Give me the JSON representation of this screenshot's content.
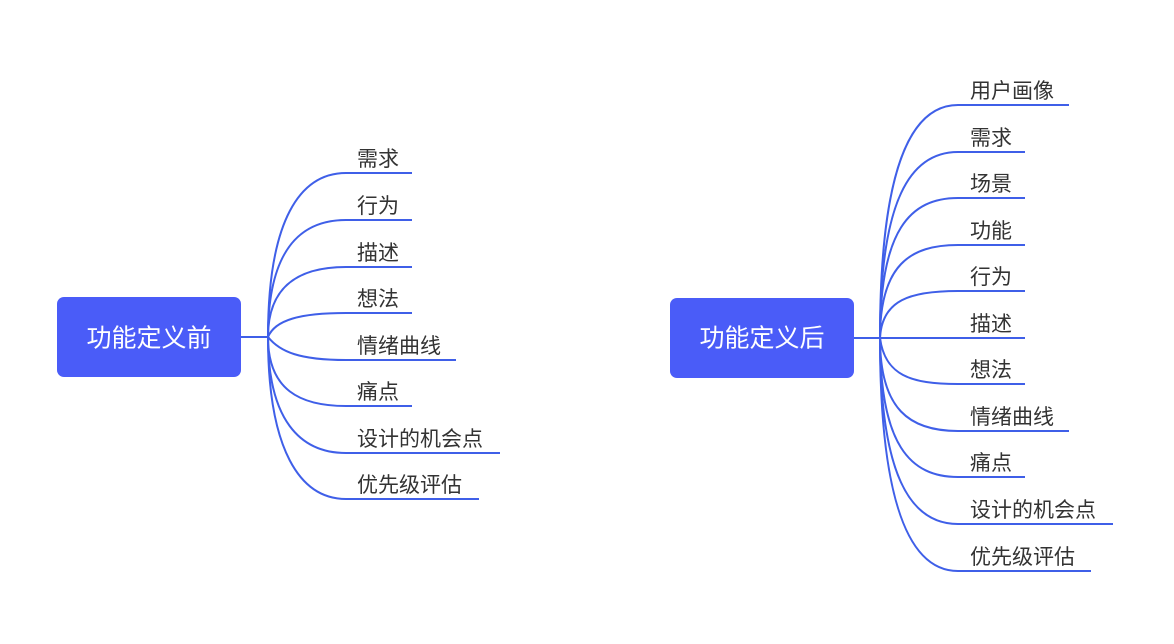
{
  "diagram": {
    "colors": {
      "root_fill": "#4a5cf8",
      "root_text": "#ffffff",
      "line": "#3f5fe8",
      "leaf_text": "#333333"
    },
    "maps": [
      {
        "root": "功能定义前",
        "children": [
          "需求",
          "行为",
          "描述",
          "想法",
          "情绪曲线",
          "痛点",
          "设计的机会点",
          "优先级评估"
        ]
      },
      {
        "root": "功能定义后",
        "children": [
          "用户画像",
          "需求",
          "场景",
          "功能",
          "行为",
          "描述",
          "想法",
          "情绪曲线",
          "痛点",
          "设计的机会点",
          "优先级评估"
        ]
      }
    ]
  }
}
